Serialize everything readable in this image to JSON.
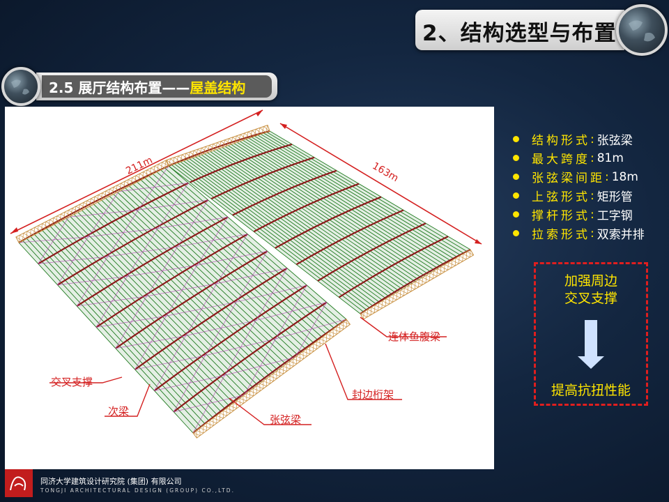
{
  "header": {
    "title": "2、结构选型与布置"
  },
  "section": {
    "prefix": "2.5 展厅结构布置——",
    "highlight": "屋盖结构"
  },
  "diagram": {
    "dim_length": "211m",
    "dim_width": "163m",
    "labels": {
      "cross_brace": "交叉支撑",
      "secondary_beam": "次梁",
      "string_beam": "张弦梁",
      "edge_truss": "封边桁架",
      "fish_belly": "连体鱼腹梁"
    },
    "colors": {
      "purlin": "#1f7a1f",
      "main_beam": "#8b1a1a",
      "brace": "#b04ab0",
      "truss": "#c89040",
      "leader": "#d42020"
    }
  },
  "specs": [
    {
      "key": "结构形式",
      "value": "张弦梁"
    },
    {
      "key": "最大跨度",
      "value": "81m"
    },
    {
      "key": "张弦梁间距",
      "value": " 18m"
    },
    {
      "key": "上弦形式",
      "value": "矩形管"
    },
    {
      "key": "撑杆形式",
      "value": "工字钢"
    },
    {
      "key": "拉索形式",
      "value": "双索并排"
    }
  ],
  "callout": {
    "line1": "加强周边",
    "line2": "交叉支撑",
    "result": "提高抗扭性能"
  },
  "footer": {
    "org_cn": "同济大学建筑设计研究院 (集团) 有限公司",
    "org_en": "TONGJI ARCHITECTURAL DESIGN (GROUP) CO.,LTD."
  }
}
